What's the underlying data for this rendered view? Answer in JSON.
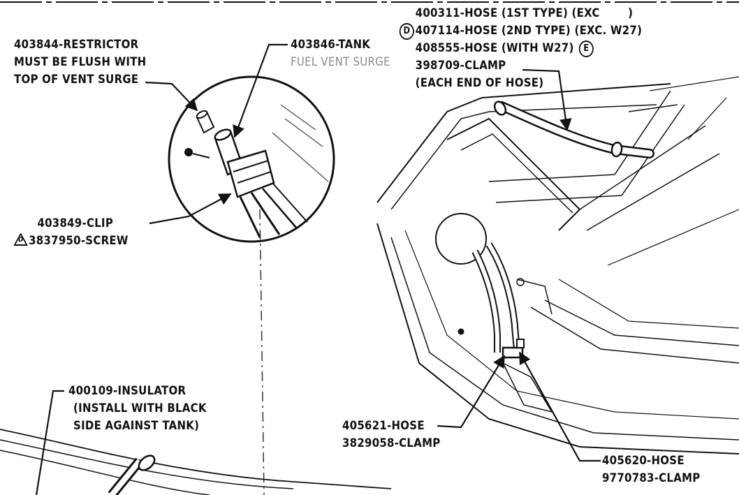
{
  "callouts": {
    "restrictor": {
      "line1": "403844-RESTRICTOR",
      "line2": "MUST BE FLUSH WITH",
      "line3": "TOP OF VENT SURGE"
    },
    "tank_surge": {
      "line1": "403846-TANK",
      "line2": "FUEL VENT SURGE"
    },
    "hose_group": {
      "line1": "400311-HOSE (1ST TYPE) (EXC",
      "line1_end": ")",
      "line2_marker": "D",
      "line2": "407114-HOSE (2ND TYPE) (EXC. W27)",
      "line3": "408555-HOSE (WITH W27)",
      "line3_marker": "E",
      "line4": "398709-CLAMP",
      "line5": "(EACH END OF HOSE)"
    },
    "clip": {
      "line1": "403849-CLIP",
      "line2_marker": "D",
      "line2": "3837950-SCREW"
    },
    "insulator": {
      "line1": "400109-INSULATOR",
      "line2": "(INSTALL WITH BLACK",
      "line3": "SIDE AGAINST TANK)"
    },
    "hose_621": {
      "line1": "405621-HOSE",
      "line2": "3829058-CLAMP"
    },
    "hose_620": {
      "line1": "405620-HOSE",
      "line2": "9770783-CLAMP"
    }
  },
  "colors": {
    "ink": "#111111",
    "faded_ink": "#8a8a8a",
    "paper": "#ffffff"
  }
}
